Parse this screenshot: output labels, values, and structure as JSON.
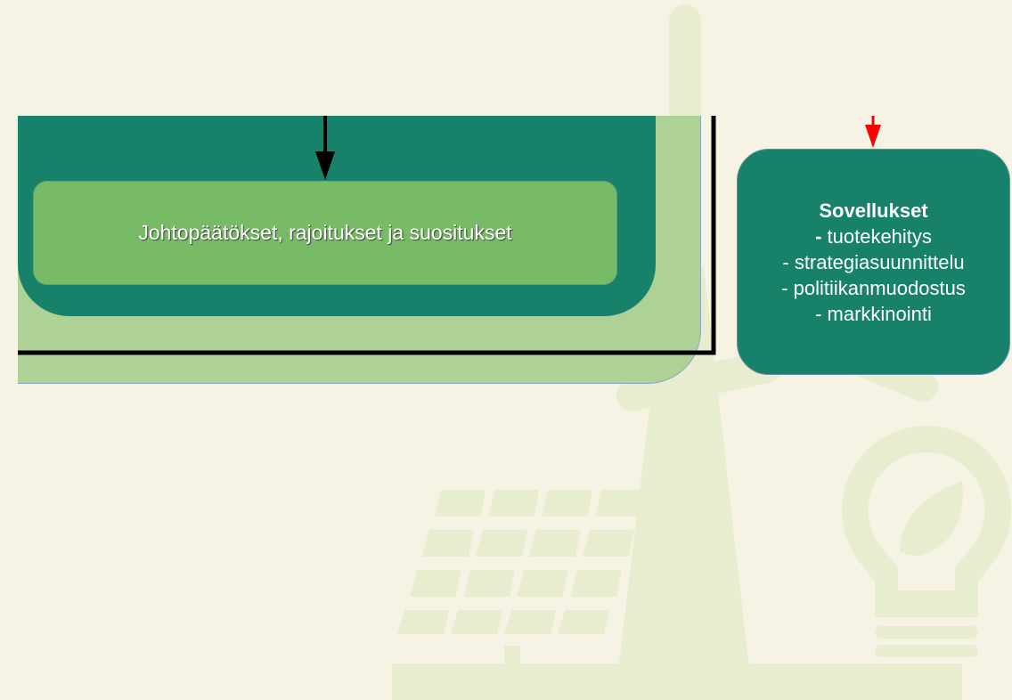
{
  "colors": {
    "background": "#f6f3e4",
    "illustration": "#e9edd0",
    "dark_green": "#178169",
    "light_green": "#aed196",
    "mid_green": "#78bb66",
    "connector_black": "#000000",
    "arrow_red": "#ff0000"
  },
  "conclusions_box": {
    "label": "Johtopäätökset, rajoitukset ja suositukset"
  },
  "applications_box": {
    "title": "Sovellukset",
    "items": [
      {
        "dash": "-",
        "text": " tuotekehitys"
      },
      {
        "dash": "-",
        "text": " strategiasuunnittelu"
      },
      {
        "dash": "-",
        "text": " politiikanmuodostus"
      },
      {
        "dash": "-",
        "text": " markkinointi"
      }
    ]
  },
  "background_icons": [
    "wind-turbine-icon",
    "solar-panel-icon",
    "lightbulb-leaf-icon"
  ]
}
